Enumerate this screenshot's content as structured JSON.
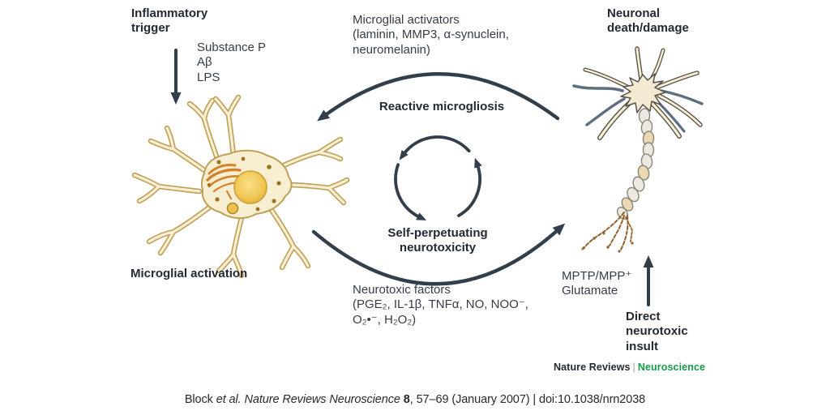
{
  "colors": {
    "ink": "#232a33",
    "ink_regular": "#343d47",
    "arrow": "#333e4b",
    "nature_green": "#149b4c",
    "cell_fill": "#f8efd2",
    "cell_outline": "#c0a058",
    "nucleus": "#eec04a",
    "golgi": "#d4822c",
    "dendrite_blue": "#5d6e80",
    "axon_myelin": "#ebe9e2",
    "terminal_brown": "#92602c"
  },
  "diagram": {
    "inflammatory_trigger": "Inflammatory\ntrigger",
    "trigger_agents": "Substance P\nAβ\nLPS",
    "microglial_activators": "Microglial activators\n(laminin, MMP3, α-synuclein,\nneuromelanin)",
    "neuronal_death": "Neuronal\ndeath/damage",
    "reactive_microgliosis": "Reactive microgliosis",
    "self_perpetuating": "Self-perpetuating\nneurotoxicity",
    "microglial_activation": "Microglial activation",
    "neurotoxic_factors": "Neurotoxic factors\n(PGE₂, IL-1β, TNFα, NO, NOO⁻,\nO₂•⁻, H₂O₂)",
    "insult_agents": "MPTP/MPP⁺\nGlutamate",
    "direct_insult": "Direct\nneurotoxic\ninsult"
  },
  "footer": {
    "brand": "Nature Reviews",
    "separator": "|",
    "journal": "Neuroscience"
  },
  "citation": {
    "authors": "Block ",
    "et_al": "et al. ",
    "journal": "Nature Reviews Neuroscience ",
    "volume": "8",
    "rest": ", 57–69 (January 2007) | doi:10.1038/nrn2038"
  }
}
